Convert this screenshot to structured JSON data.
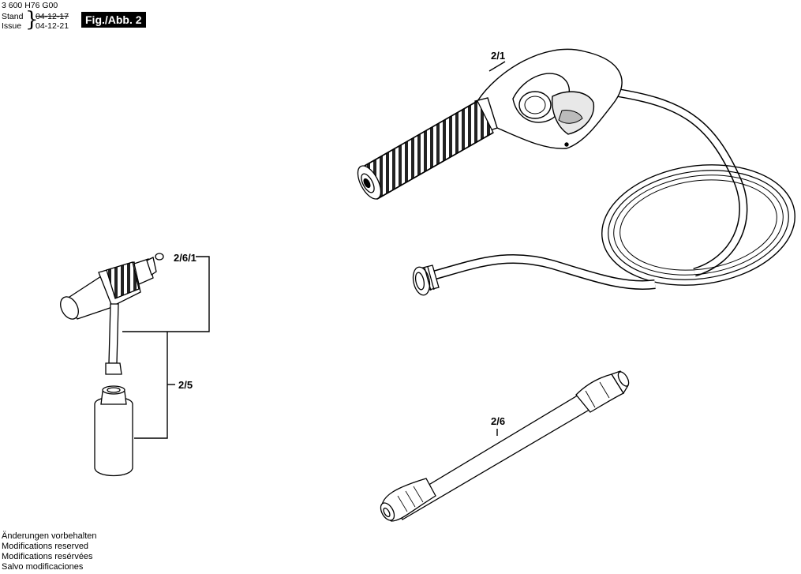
{
  "header": {
    "doc_number": "3 600 H76 G00",
    "stand_label": "Stand",
    "issue_label": "Issue",
    "stand_date": "04-12-17",
    "issue_date": "04-12-21",
    "figure_label": "Fig./Abb. 2"
  },
  "parts": [
    {
      "id": "2/1"
    },
    {
      "id": "2/6/1"
    },
    {
      "id": "2/5"
    },
    {
      "id": "2/6"
    }
  ],
  "footer": {
    "lines": [
      "Änderungen vorbehalten",
      "Modifications reserved",
      "Modifications resérvées",
      "Salvo modificaciones"
    ]
  }
}
